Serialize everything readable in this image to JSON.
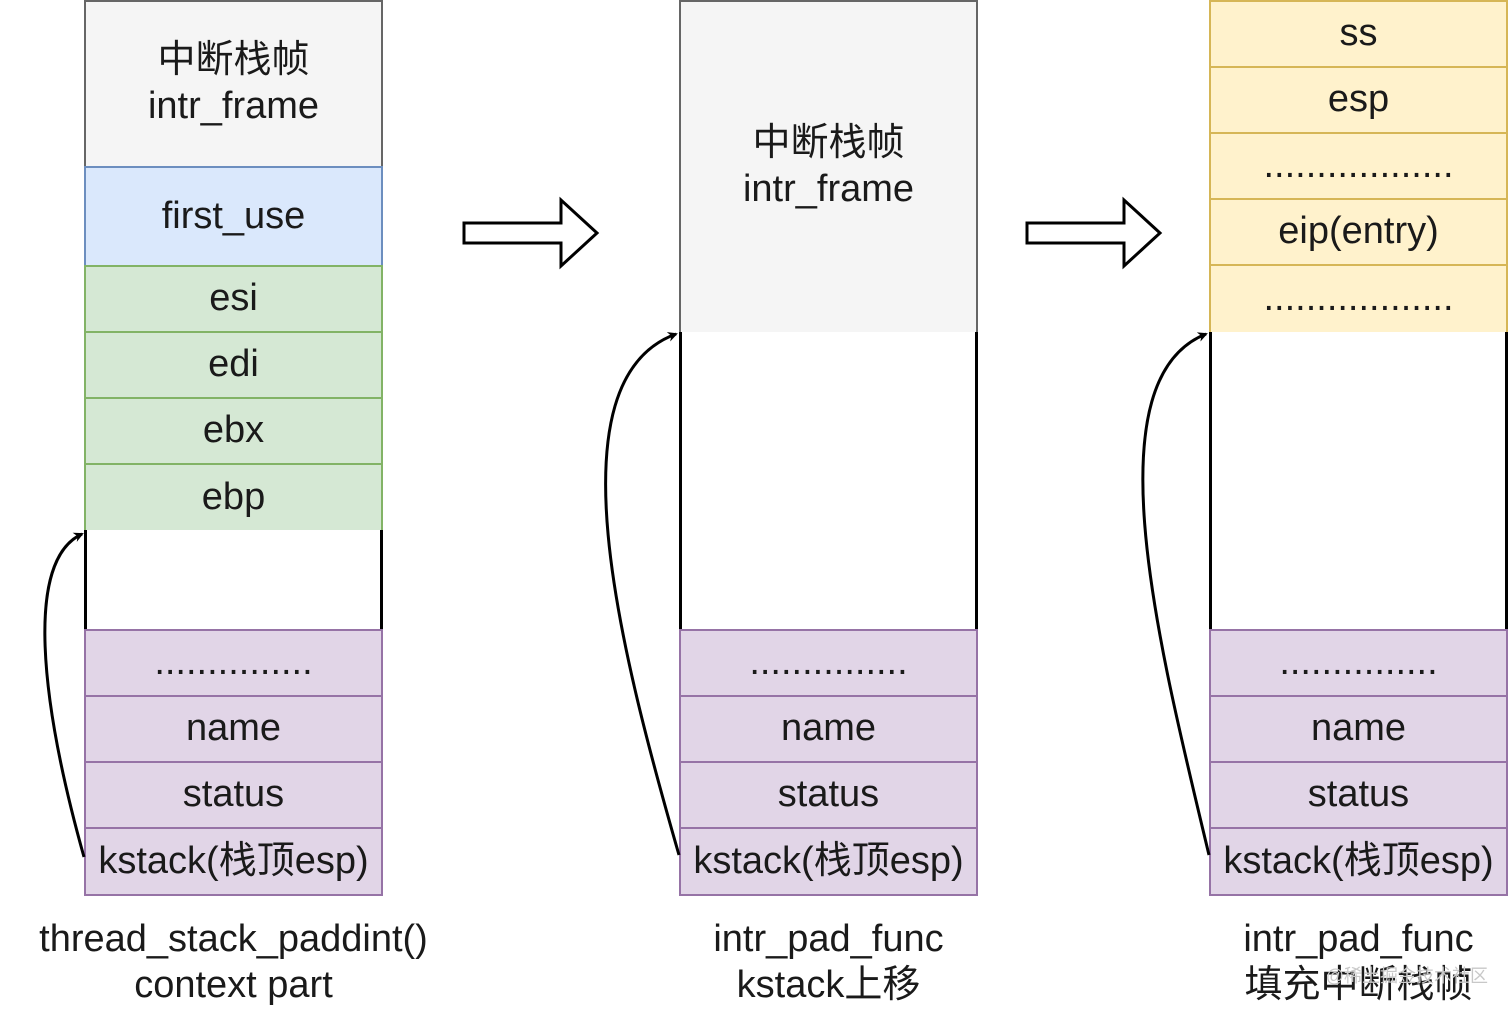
{
  "stack1": {
    "frame": {
      "line1": "中断栈帧",
      "line2": "intr_frame"
    },
    "first_use": "first_use",
    "regs": [
      "esi",
      "edi",
      "ebx",
      "ebp"
    ],
    "pcb": [
      "...............",
      "name",
      "status",
      "kstack(栈顶esp)"
    ],
    "caption": {
      "line1": "thread_stack_paddint()",
      "line2": "context part"
    }
  },
  "stack2": {
    "frame": {
      "line1": "中断栈帧",
      "line2": "intr_frame"
    },
    "pcb": [
      "...............",
      "name",
      "status",
      "kstack(栈顶esp)"
    ],
    "caption": {
      "line1": "intr_pad_func",
      "line2": "kstack上移"
    }
  },
  "stack3": {
    "frame_fields": [
      "ss",
      "esp",
      "..................",
      "eip(entry)",
      ".................."
    ],
    "pcb": [
      "...............",
      "name",
      "status",
      "kstack(栈顶esp)"
    ],
    "caption": {
      "line1": "intr_pad_func",
      "line2": "填充中断栈帧"
    }
  },
  "watermark": "@稀土掘金技术社区"
}
